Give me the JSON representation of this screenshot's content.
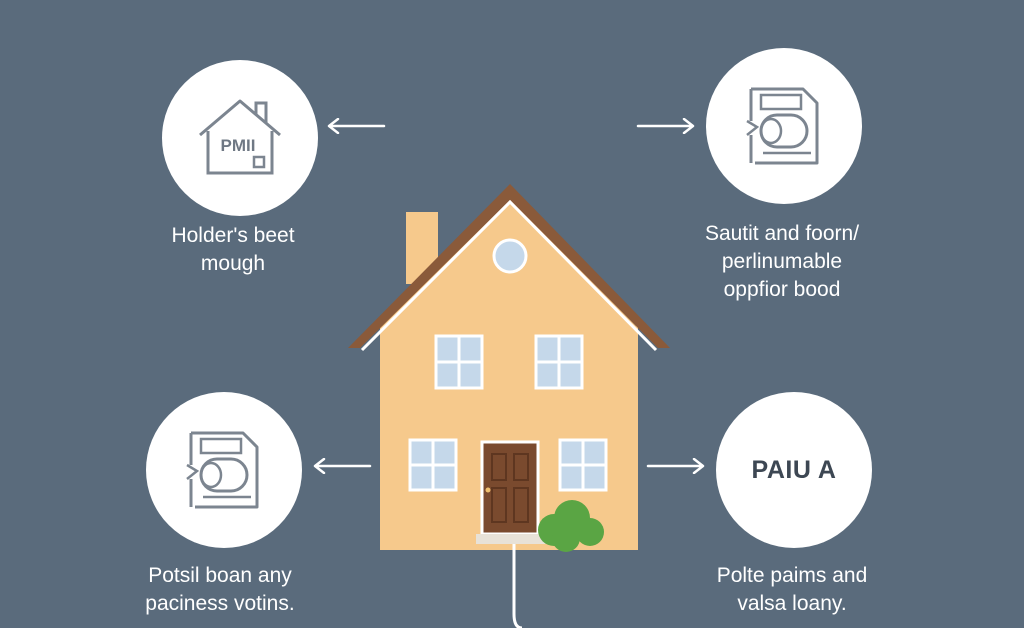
{
  "nodes": {
    "top_left": {
      "icon": "house-icon",
      "icon_text": "PMII",
      "caption": [
        "Holder's beet",
        "mough"
      ]
    },
    "top_right": {
      "icon": "document-icon",
      "caption": [
        "Sautit and foorn/",
        "perlinumable",
        "oppfior bood"
      ]
    },
    "bottom_left": {
      "icon": "document-icon",
      "caption": [
        "Potsil boan any",
        "paciness votins."
      ]
    },
    "bottom_right": {
      "circle_text": "PAIU A",
      "caption": [
        "Polte paims and",
        "valsa loany."
      ]
    }
  },
  "colors": {
    "background": "#5a6b7c",
    "circle": "#ffffff",
    "icon_stroke": "#7c8590",
    "house_wall": "#f6c98c",
    "roof": "#8a5a3a",
    "door": "#7a4a2e",
    "window": "#c5d8ea",
    "bush": "#5aa544"
  }
}
